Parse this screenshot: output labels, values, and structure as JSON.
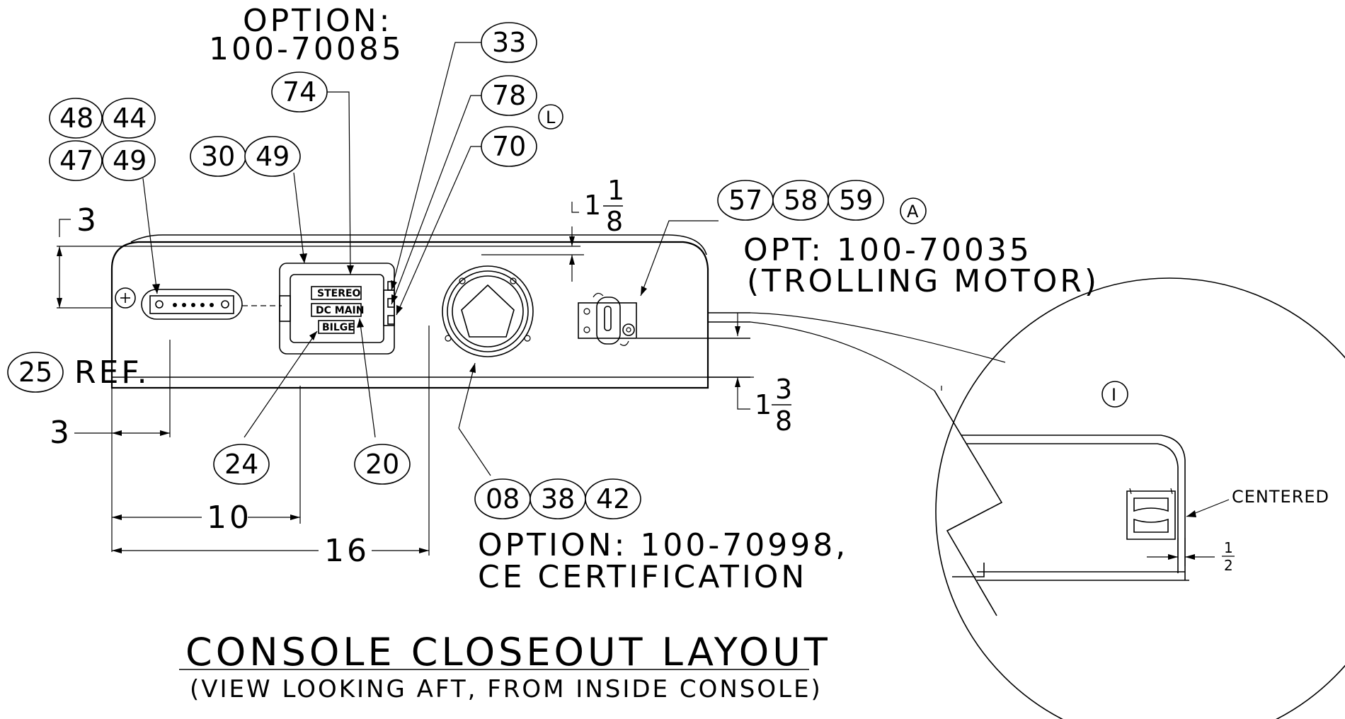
{
  "option_top": {
    "line1": "OPTION:",
    "line2": "100-70085"
  },
  "balloons": {
    "b48": "48",
    "b44": "44",
    "b47": "47",
    "b49a": "49",
    "b30": "30",
    "b49b": "49",
    "b74": "74",
    "b33": "33",
    "b78": "78",
    "b70": "70",
    "b57": "57",
    "b58": "58",
    "b59": "59",
    "b25": "25",
    "b24": "24",
    "b20": "20",
    "b08": "08",
    "b38": "38",
    "b42": "42"
  },
  "flags": {
    "L": "L",
    "A": "A",
    "I": "I"
  },
  "panel_labels": {
    "stereo": "STEREO",
    "dc_main": "DC MAIN",
    "bilge": "BILGE"
  },
  "dimensions": {
    "top_left": "3",
    "bottom_small": "3",
    "ten": "10",
    "sixteen": "16",
    "top_frac_whole": "1",
    "top_frac_num": "1",
    "top_frac_den": "8",
    "bottom_frac_whole": "1",
    "bottom_frac_num": "3",
    "bottom_frac_den": "8",
    "detail_frac_num": "1",
    "detail_frac_den": "2"
  },
  "ref_text": "REF.",
  "opt_trolling": {
    "line1": "OPT: 100-70035",
    "line2": "(TROLLING MOTOR)"
  },
  "option_ce": {
    "line1": "OPTION: 100-70998,",
    "line2": "CE CERTIFICATION"
  },
  "centered_label": "CENTERED",
  "title": "CONSOLE CLOSEOUT LAYOUT",
  "subtitle": "(VIEW LOOKING AFT, FROM INSIDE CONSOLE)"
}
